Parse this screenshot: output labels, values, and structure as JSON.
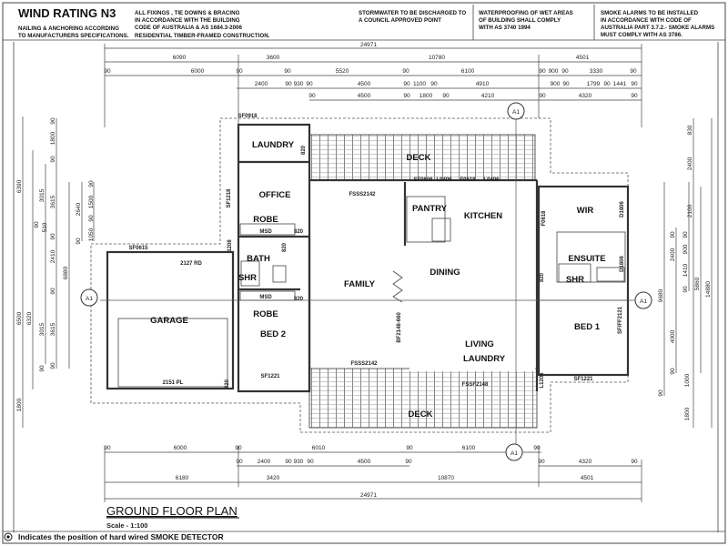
{
  "header": {
    "wind_title": "WIND RATING N3",
    "wind_line1": "NAILING & ANCHORING ACCORDING",
    "wind_line2": "TO MANUFACTURERS SPECIFICATIONS.",
    "fixings": [
      "ALL FIXINGS , TIE DOWNS & BRACING",
      "IN ACCORDANCE WITH THE BUILDING",
      "CODE OF AUSTRALIA & AS 1684.3-2006",
      "RESIDENTIAL TIMBER-FRAMED CONSTRUCTION."
    ],
    "stormwater": [
      "STORMWATER TO BE DISCHARGED TO",
      "A COUNCIL APPROVED POINT"
    ],
    "waterproofing": [
      "WATERPROOFING OF WET AREAS",
      "OF BUILDING SHALL COMPLY",
      "WITH AS 3740 1994"
    ],
    "smoke": [
      "SMOKE ALARMS TO BE INSTALLED",
      "IN ACCORDANCE WITH CODE OF",
      "AUSTRALIA PART 3.7.2.- SMOKE ALARMS",
      "MUST COMPLY WITH AS 3786."
    ]
  },
  "dimensions": {
    "top_overall": "24971",
    "top_row1": [
      "6090",
      "3600",
      "10780",
      "4501"
    ],
    "top_row2": [
      "90",
      "6000",
      "90",
      "90",
      "5520",
      "90",
      "6100",
      "90",
      "900",
      "90",
      "3330",
      "90"
    ],
    "top_row3": [
      "2400",
      "90",
      "930",
      "90",
      "4500",
      "90",
      "1100",
      "90",
      "4910",
      "900",
      "90",
      "1799",
      "90",
      "1441",
      "90"
    ],
    "top_row4": [
      "90",
      "4500",
      "90",
      "1800",
      "90",
      "4210",
      "90",
      "4320",
      "90"
    ],
    "bottom_row1": [
      "90",
      "6000",
      "90",
      "6010",
      "90",
      "6100",
      "90"
    ],
    "bottom_row2": [
      "90",
      "2400",
      "90",
      "930",
      "90",
      "4500",
      "90",
      "90",
      "4320",
      "90"
    ],
    "bottom_row3": [
      "6180",
      "3420",
      "10870",
      "4501"
    ],
    "bottom_overall": "24971",
    "left": [
      "6390",
      "6500",
      "1800",
      "6320",
      "3015",
      "90",
      "510",
      "3015",
      "90",
      "90",
      "1800",
      "90",
      "3615",
      "90",
      "2410",
      "90",
      "3615",
      "90",
      "6880",
      "2640",
      "90",
      "1500",
      "90",
      "1050",
      "90"
    ],
    "right": [
      "830",
      "2400",
      "2100",
      "90",
      "900",
      "1410",
      "90",
      "90",
      "2400",
      "4000",
      "90",
      "9680",
      "90",
      "5860",
      "14880",
      "1000",
      "1800"
    ]
  },
  "rooms": {
    "laundry": "LAUNDRY",
    "office": "OFFICE",
    "robe1": "ROBE",
    "bath": "BATH",
    "shr1": "SHR",
    "robe2": "ROBE",
    "bed2": "BED 2",
    "garage": "GARAGE",
    "family": "FAMILY",
    "pantry": "PANTRY",
    "kitchen": "KITCHEN",
    "dining": "DINING",
    "living": "LIVING",
    "laundry2": "LAUNDRY",
    "deck_top": "DECK",
    "deck_bottom": "DECK",
    "wir": "WIR",
    "ensuite": "ENSUITE",
    "shr2": "SHR",
    "bed1": "BED 1"
  },
  "codes": {
    "sf0918": "SF0918",
    "sf1218": "SF1218",
    "msd1": "MSD",
    "msd2": "MSD",
    "d820a": "820",
    "d820b": "820",
    "d820c": "820",
    "d820d": "820",
    "d820e": "820",
    "d820f": "820",
    "fsss2142a": "FSSS2142",
    "sf0606": "SF0606",
    "l0406a": "L0406",
    "f0618a": "F0618",
    "l0406b": "L0406",
    "f0618b": "F0618",
    "d1806a": "D1806",
    "d1806b": "D1806",
    "sf0615": "SF0615",
    "rd2127": "2127 RD",
    "d1208": "1208",
    "pl2151": "2151 PL",
    "sf1221a": "SF1221",
    "fsss2142b": "FSSS2142",
    "bf2148": "BF2148-660",
    "fssf2148": "FSSF2148",
    "l1206": "L1206",
    "sf1221b": "SF1221",
    "sfff2121": "SF/FF2121"
  },
  "section_marker": "A1",
  "footer": {
    "title": "GROUND FLOOR PLAN",
    "scale": "Scale - 1:100",
    "note": "Indicates the position of hard wired SMOKE DETECTOR"
  }
}
